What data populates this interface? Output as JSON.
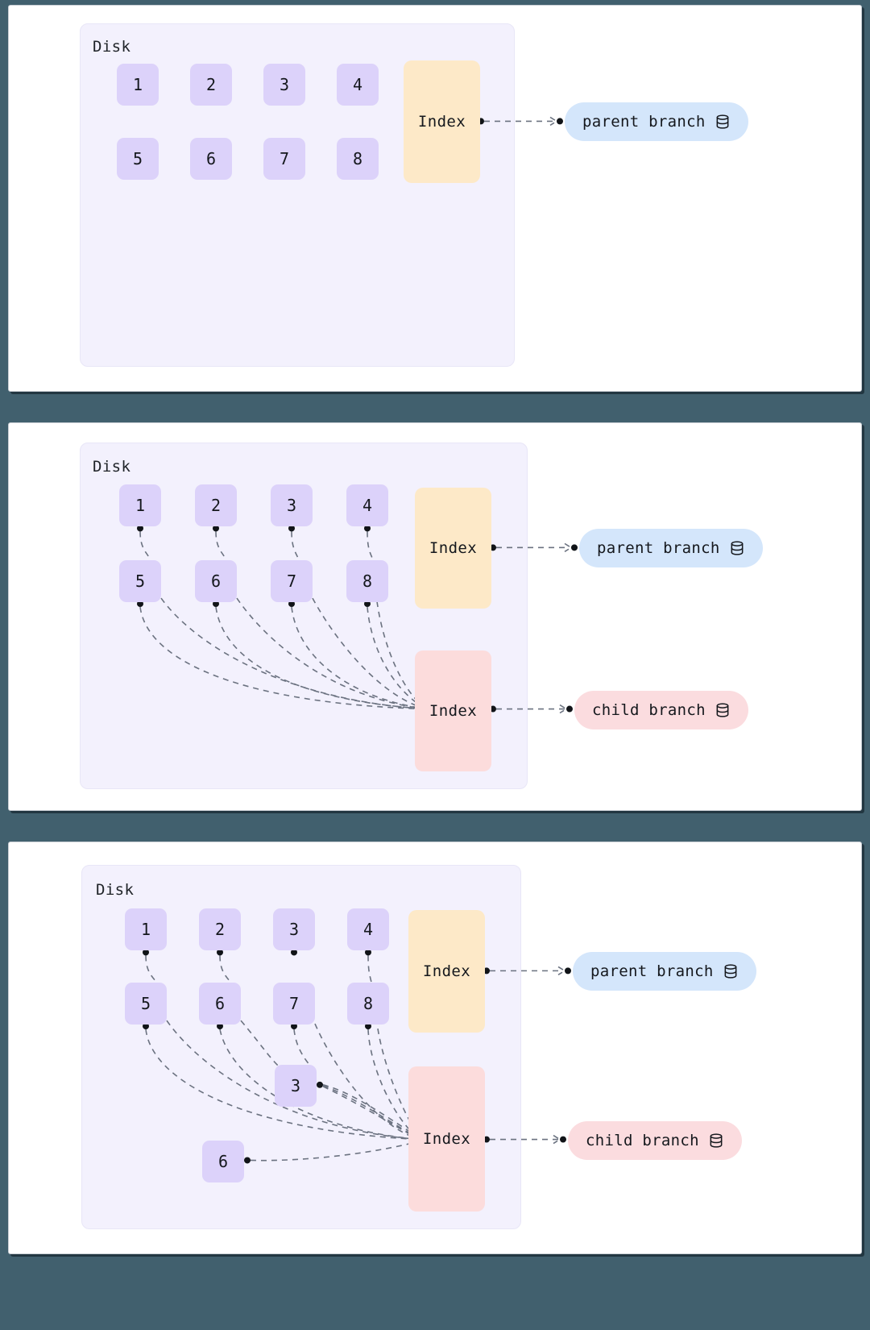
{
  "page": {
    "background_color": "#41606e",
    "panel_background": "#ffffff"
  },
  "colors": {
    "disk_fill": "#f3f1fd",
    "node_fill": "#dcd2fa",
    "index_parent_fill": "#fde9c8",
    "index_child_fill": "#fcdcdc",
    "badge_parent_fill": "#d4e6fb",
    "badge_child_fill": "#fbdcdf",
    "edge_stroke": "#6b7280"
  },
  "labels": {
    "disk": "Disk",
    "index": "Index",
    "parent_branch": "parent branch",
    "child_branch": "child branch",
    "db_icon": "database-icon"
  },
  "panels": [
    {
      "id": "panel-1",
      "disk_label": "Disk",
      "pages": [
        "1",
        "2",
        "3",
        "4",
        "5",
        "6",
        "7",
        "8"
      ],
      "extra_pages": [],
      "indexes": [
        {
          "label": "Index",
          "kind": "parent",
          "badge": "parent branch"
        }
      ]
    },
    {
      "id": "panel-2",
      "disk_label": "Disk",
      "pages": [
        "1",
        "2",
        "3",
        "4",
        "5",
        "6",
        "7",
        "8"
      ],
      "extra_pages": [],
      "indexes": [
        {
          "label": "Index",
          "kind": "parent",
          "badge": "parent branch"
        },
        {
          "label": "Index",
          "kind": "child",
          "badge": "child branch"
        }
      ]
    },
    {
      "id": "panel-3",
      "disk_label": "Disk",
      "pages": [
        "1",
        "2",
        "3",
        "4",
        "5",
        "6",
        "7",
        "8"
      ],
      "extra_pages": [
        "3",
        "6"
      ],
      "indexes": [
        {
          "label": "Index",
          "kind": "parent",
          "badge": "parent branch"
        },
        {
          "label": "Index",
          "kind": "child",
          "badge": "child branch"
        }
      ]
    }
  ]
}
